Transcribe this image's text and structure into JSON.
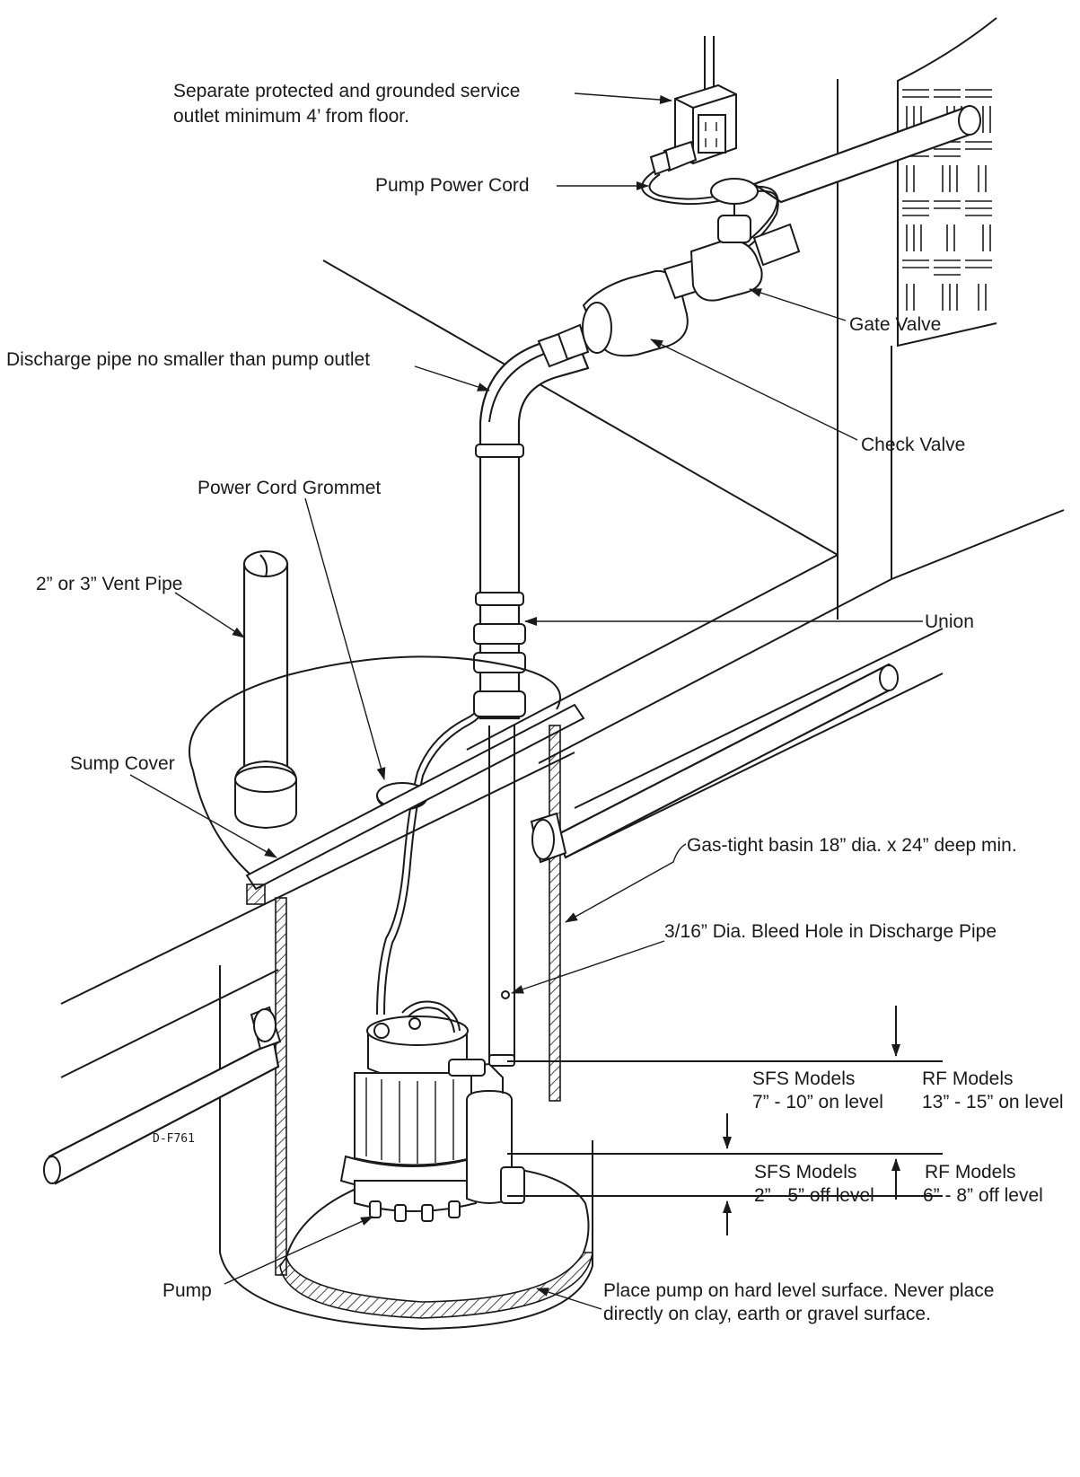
{
  "labels": {
    "outlet_line1": "Separate protected and grounded service",
    "outlet_line2": "outlet minimum 4’ from floor.",
    "power_cord": "Pump Power Cord",
    "gate_valve": "Gate Valve",
    "discharge_pipe": "Discharge pipe no smaller than pump outlet",
    "check_valve": "Check Valve",
    "grommet": "Power Cord Grommet",
    "vent_pipe": "2” or 3” Vent Pipe",
    "union": "Union",
    "sump_cover": "Sump Cover",
    "basin": "Gas-tight basin 18” dia. x 24” deep min.",
    "bleed_hole": "3/16” Dia. Bleed Hole in Discharge Pipe",
    "sfs_on_title": "SFS Models",
    "sfs_on_value": "7” - 10” on level",
    "rf_on_title": "RF Models",
    "rf_on_value": "13” - 15” on level",
    "sfs_off_title": "SFS Models",
    "sfs_off_value": "2” - 5” off level",
    "rf_off_title": "RF Models",
    "rf_off_value": "6” - 8” off level",
    "pump": "Pump",
    "surface_line1": "Place pump on hard level surface. Never place",
    "surface_line2": "directly on clay, earth or gravel surface.",
    "drawing_code": "D-F761"
  }
}
